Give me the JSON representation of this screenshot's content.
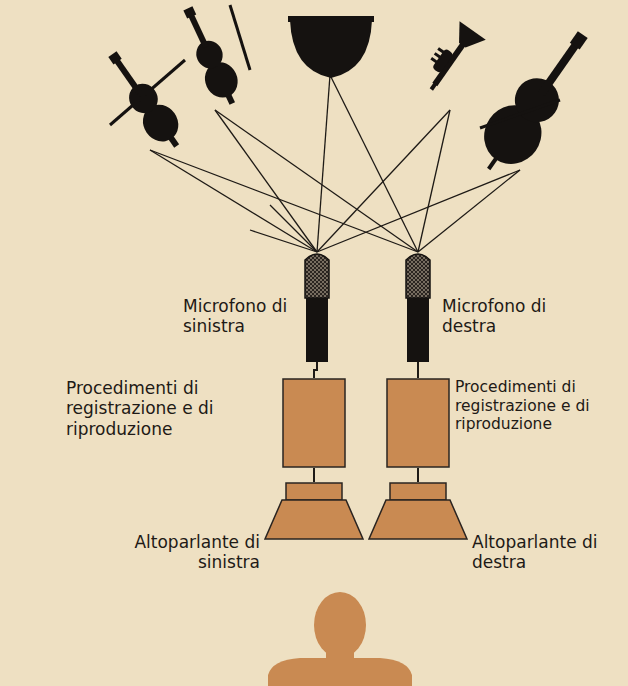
{
  "diagram": {
    "nodes": [
      {
        "text": [
          "Microfono di sinistra"
        ]
      },
      {
        "text": [
          "Microfono di destra"
        ]
      },
      {
        "text": [
          "Procedimenti di registrazione e di riproduzione"
        ]
      },
      {
        "text": [
          "Procedimenti di registrazione e di riproduzione"
        ]
      },
      {
        "text": [
          "Altoparlante di sinistra"
        ]
      },
      {
        "text": [
          "Altoparlante di destra"
        ]
      }
    ],
    "edges": [
      {
        "from": 0,
        "to": 2,
        "arrow": "none"
      },
      {
        "from": 2,
        "to": 4,
        "arrow": "none"
      },
      {
        "from": 1,
        "to": 3,
        "arrow": "none"
      },
      {
        "from": 3,
        "to": 5,
        "arrow": "none"
      }
    ]
  }
}
